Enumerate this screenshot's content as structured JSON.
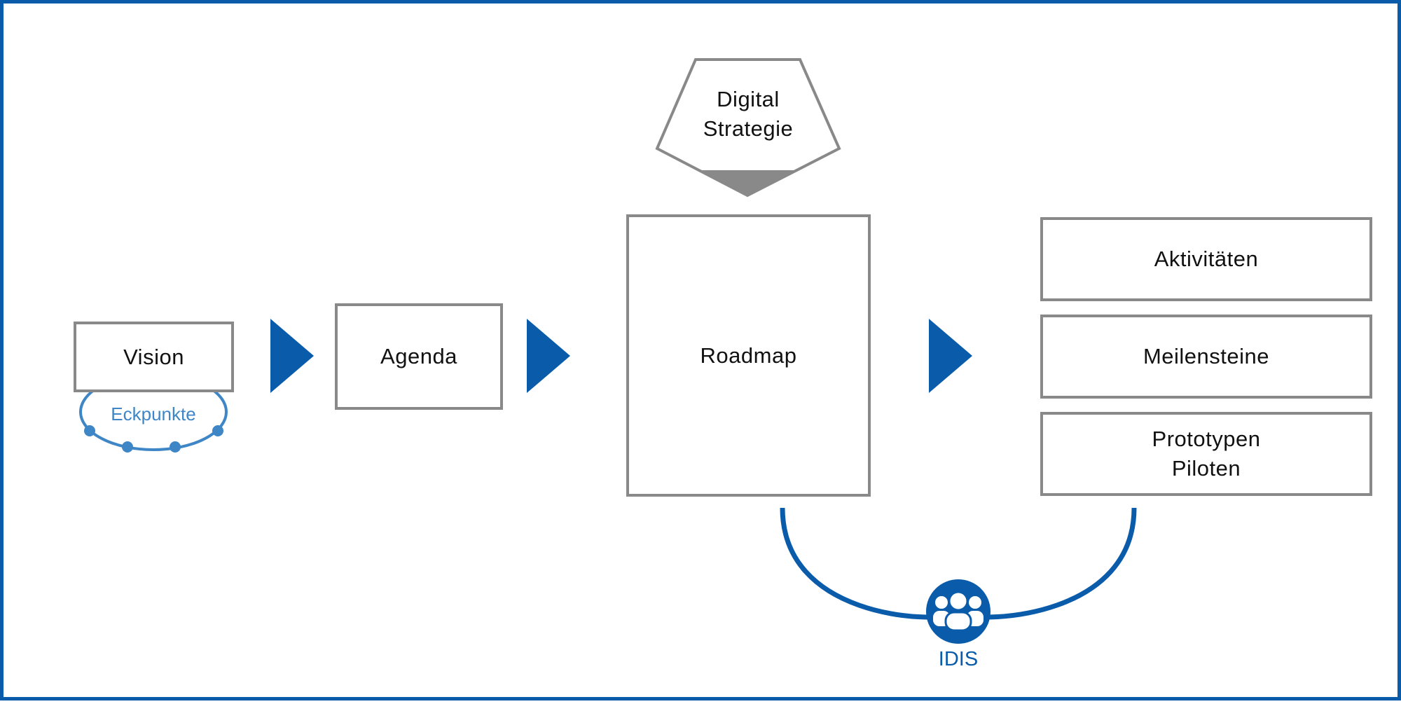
{
  "diagram": {
    "vision": {
      "label": "Vision",
      "sub_label": "Eckpunkte"
    },
    "agenda": {
      "label": "Agenda"
    },
    "roadmap": {
      "label": "Roadmap"
    },
    "strategy": {
      "label": "Digital\nStrategie"
    },
    "outputs": [
      {
        "label": "Aktivitäten"
      },
      {
        "label": "Meilensteine"
      },
      {
        "label": "Prototypen\nPiloten"
      }
    ],
    "idis": {
      "label": "IDIS",
      "icon": "people-group-icon"
    },
    "colors": {
      "frame": "#0a5cab",
      "arrow": "#0a5cab",
      "box_border": "#898989",
      "eckpunkte": "#3f86c6",
      "idis": "#0a5cab"
    }
  }
}
